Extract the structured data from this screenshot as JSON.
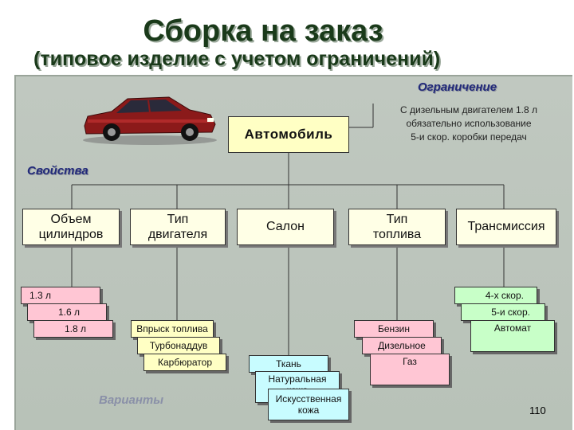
{
  "title": "Сборка на заказ",
  "subtitle": "(типовое изделие с учетом ограничений)",
  "constraint_label": "Ограничение",
  "constraint_text_1": "С дизельным двигателем 1.8 л",
  "constraint_text_2": "обязательно использование",
  "constraint_text_3": "5-и скор. коробки передач",
  "root": "Автомобиль",
  "properties_label": "Свойства",
  "variants_label": "Варианты",
  "properties": {
    "cylinders": [
      "Объем",
      "цилиндров"
    ],
    "engine": [
      "Тип",
      "двигателя"
    ],
    "interior": "Салон",
    "fuel": [
      "Тип",
      "топлива"
    ],
    "transmission": "Трансмиссия"
  },
  "variants": {
    "cylinders": [
      "1.3 л",
      "1.6 л",
      "1.8 л"
    ],
    "engine": [
      "Впрыск топлива",
      "Турбонаддув",
      "Карбюратор"
    ],
    "interior": [
      "Ткань",
      "Натуральная",
      "кожа",
      "Искусственная",
      "кожа"
    ],
    "fuel": [
      "Бензин",
      "Дизельное",
      "Газ"
    ],
    "transmission": [
      "4-х скор.",
      "5-и скор.",
      "Автомат"
    ]
  },
  "colors": {
    "pink": "#ffc6d4",
    "yellow": "#ffffc4",
    "green": "#c8ffc8",
    "cyan": "#c8fcff",
    "root": "#ffffc4"
  },
  "page_number": "110"
}
